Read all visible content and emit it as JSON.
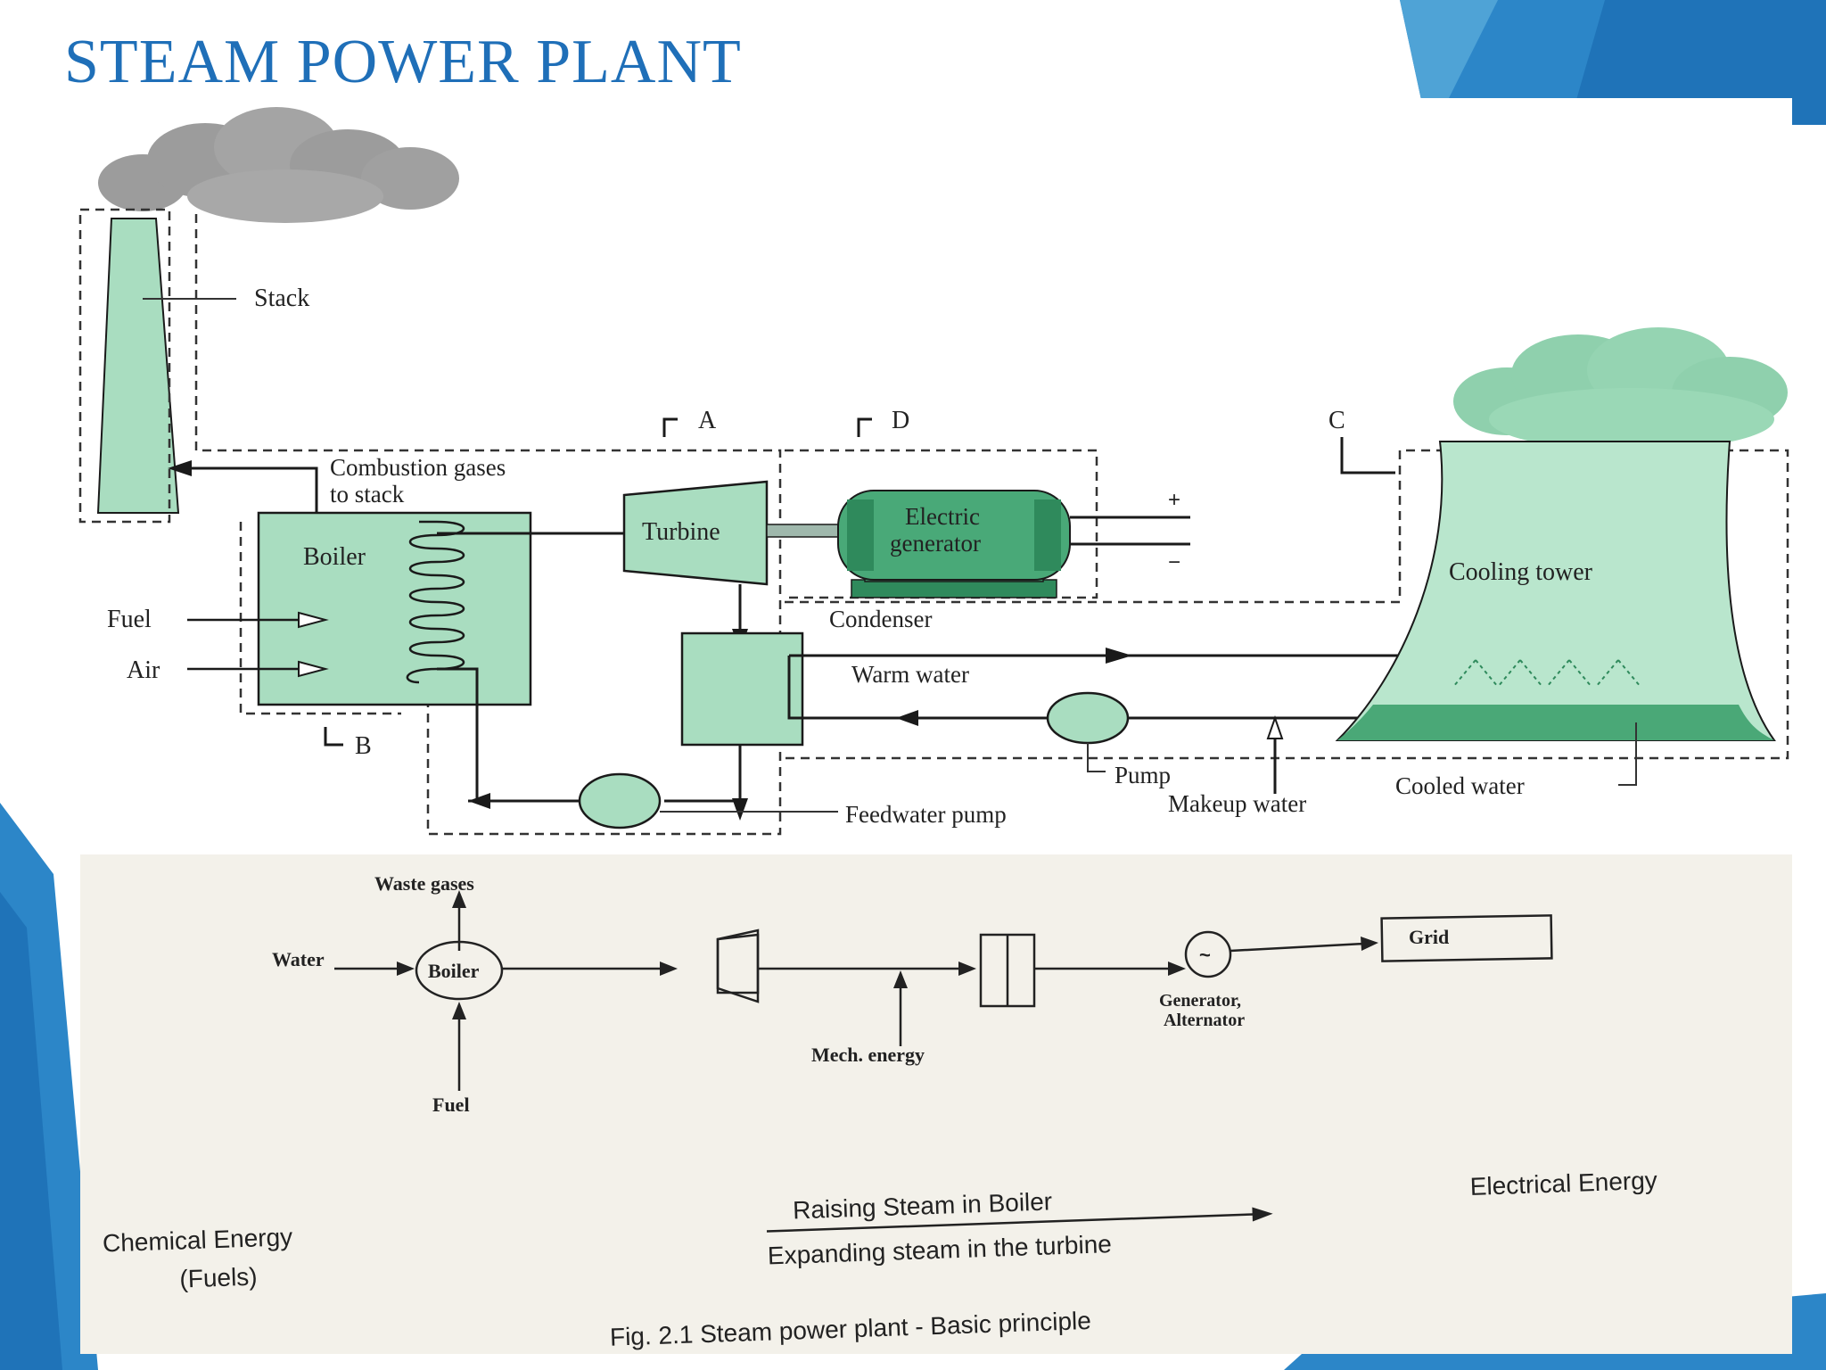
{
  "slide": {
    "title": "STEAM  POWER PLANT"
  },
  "colors": {
    "accent_blue": "#1f6fb8",
    "panel_green": "#a9ddc0",
    "smoke_gray": "#9c9c9c",
    "steam_green": "#8fd0ad",
    "paper_bg": "#f3f1ea"
  },
  "top_diagram": {
    "stack_label": "Stack",
    "section_a": "A",
    "section_b": "B",
    "section_c": "C",
    "section_d": "D",
    "combustion_line1": "Combustion gases",
    "combustion_line2": "to stack",
    "boiler": "Boiler",
    "fuel": "Fuel",
    "air": "Air",
    "turbine": "Turbine",
    "generator_line1": "Electric",
    "generator_line2": "generator",
    "plus": "+",
    "minus": "−",
    "cooling_tower": "Cooling tower",
    "condenser": "Condenser",
    "warm_water": "Warm water",
    "pump": "Pump",
    "makeup_water": "Makeup water",
    "cooled_water": "Cooled water",
    "feedwater_pump": "Feedwater pump"
  },
  "bottom_diagram": {
    "waste_gases": "Waste gases",
    "water": "Water",
    "boiler": "Boiler",
    "fuel": "Fuel",
    "mech_energy": "Mech. energy",
    "generator_line1": "Generator,",
    "generator_line2": "Alternator",
    "tilde": "~",
    "grid": "Grid",
    "chemical_energy": "Chemical Energy",
    "fuels": "(Fuels)",
    "raising_steam": "Raising Steam in  Boiler",
    "expanding_steam": "Expanding steam in the turbine",
    "electrical_energy": "Electrical Energy",
    "caption": "Fig. 2.1  Steam power plant - Basic principle"
  }
}
